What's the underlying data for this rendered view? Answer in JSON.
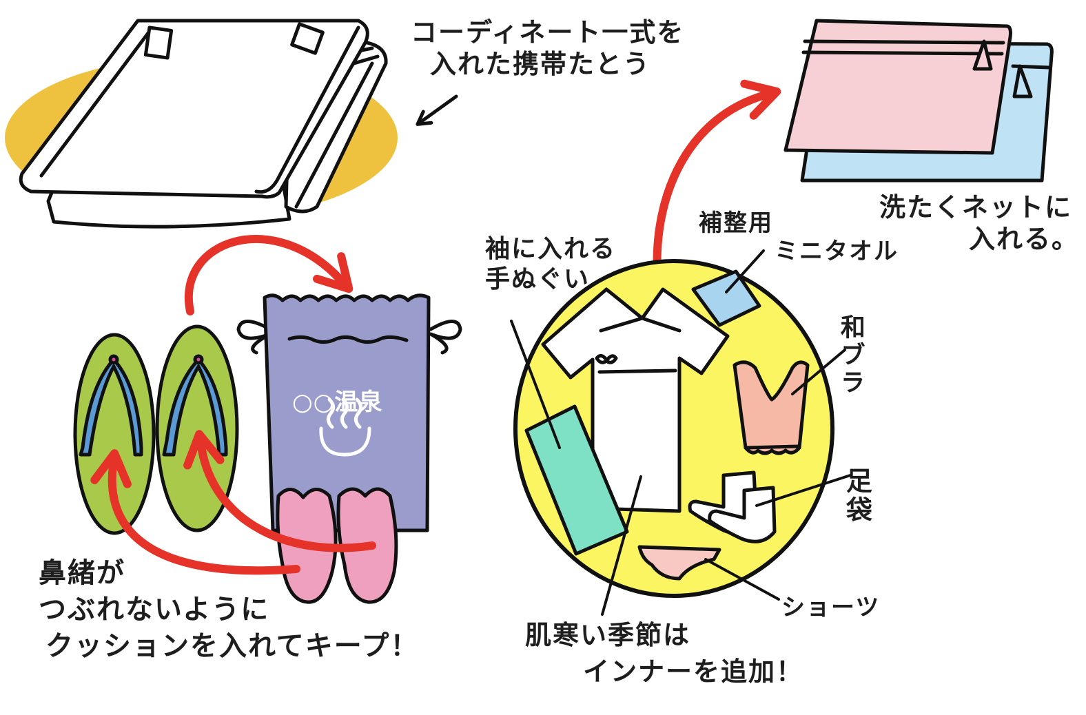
{
  "colors": {
    "outline": "#111111",
    "arrow": "#e5332a",
    "mustard": "#eec23f",
    "yellow": "#faf560",
    "pink_bag": "#f6d0d5",
    "blue_bag": "#bfe2f5",
    "lavender": "#9a9ccb",
    "slipper": "#f0a0bf",
    "zori_green": "#a9c94a",
    "strap_blue": "#5b9bd5",
    "towel_blue": "#a8d4f0",
    "mint": "#7ee0c5",
    "bra_pink": "#f6b9a6",
    "shorts_pink": "#f8c9c3"
  },
  "icons": {
    "folder": "tatoushi-folder-icon",
    "laundry_nets": "laundry-net-icon",
    "sandals": "zori-sandal-icon",
    "drawstring_bag": "drawstring-bag-icon",
    "slippers": "slipper-icon",
    "hot_spring": "hot-spring-icon"
  },
  "labels": {
    "folder_line1": "コーディネート一式を",
    "folder_line2": "入れた携帯たとう",
    "net_line1": "洗たくネットに",
    "net_line2": "入れる。",
    "sleeve_line1": "袖に入れる",
    "sleeve_line2": "手ぬぐい",
    "towel_line1": "補整用",
    "towel_line2": "ミニタオル",
    "wabura": "和ブラ",
    "tabi": "足袋",
    "shorts": "ショーツ",
    "hanao_line1": "鼻緒が",
    "hanao_line2": "つぶれないように",
    "hanao_line3": "クッションを入れてキープ！",
    "inner_line1": "肌寒い季節は",
    "inner_line2": "インナーを追加！",
    "onsen_bag": "○○温泉"
  }
}
